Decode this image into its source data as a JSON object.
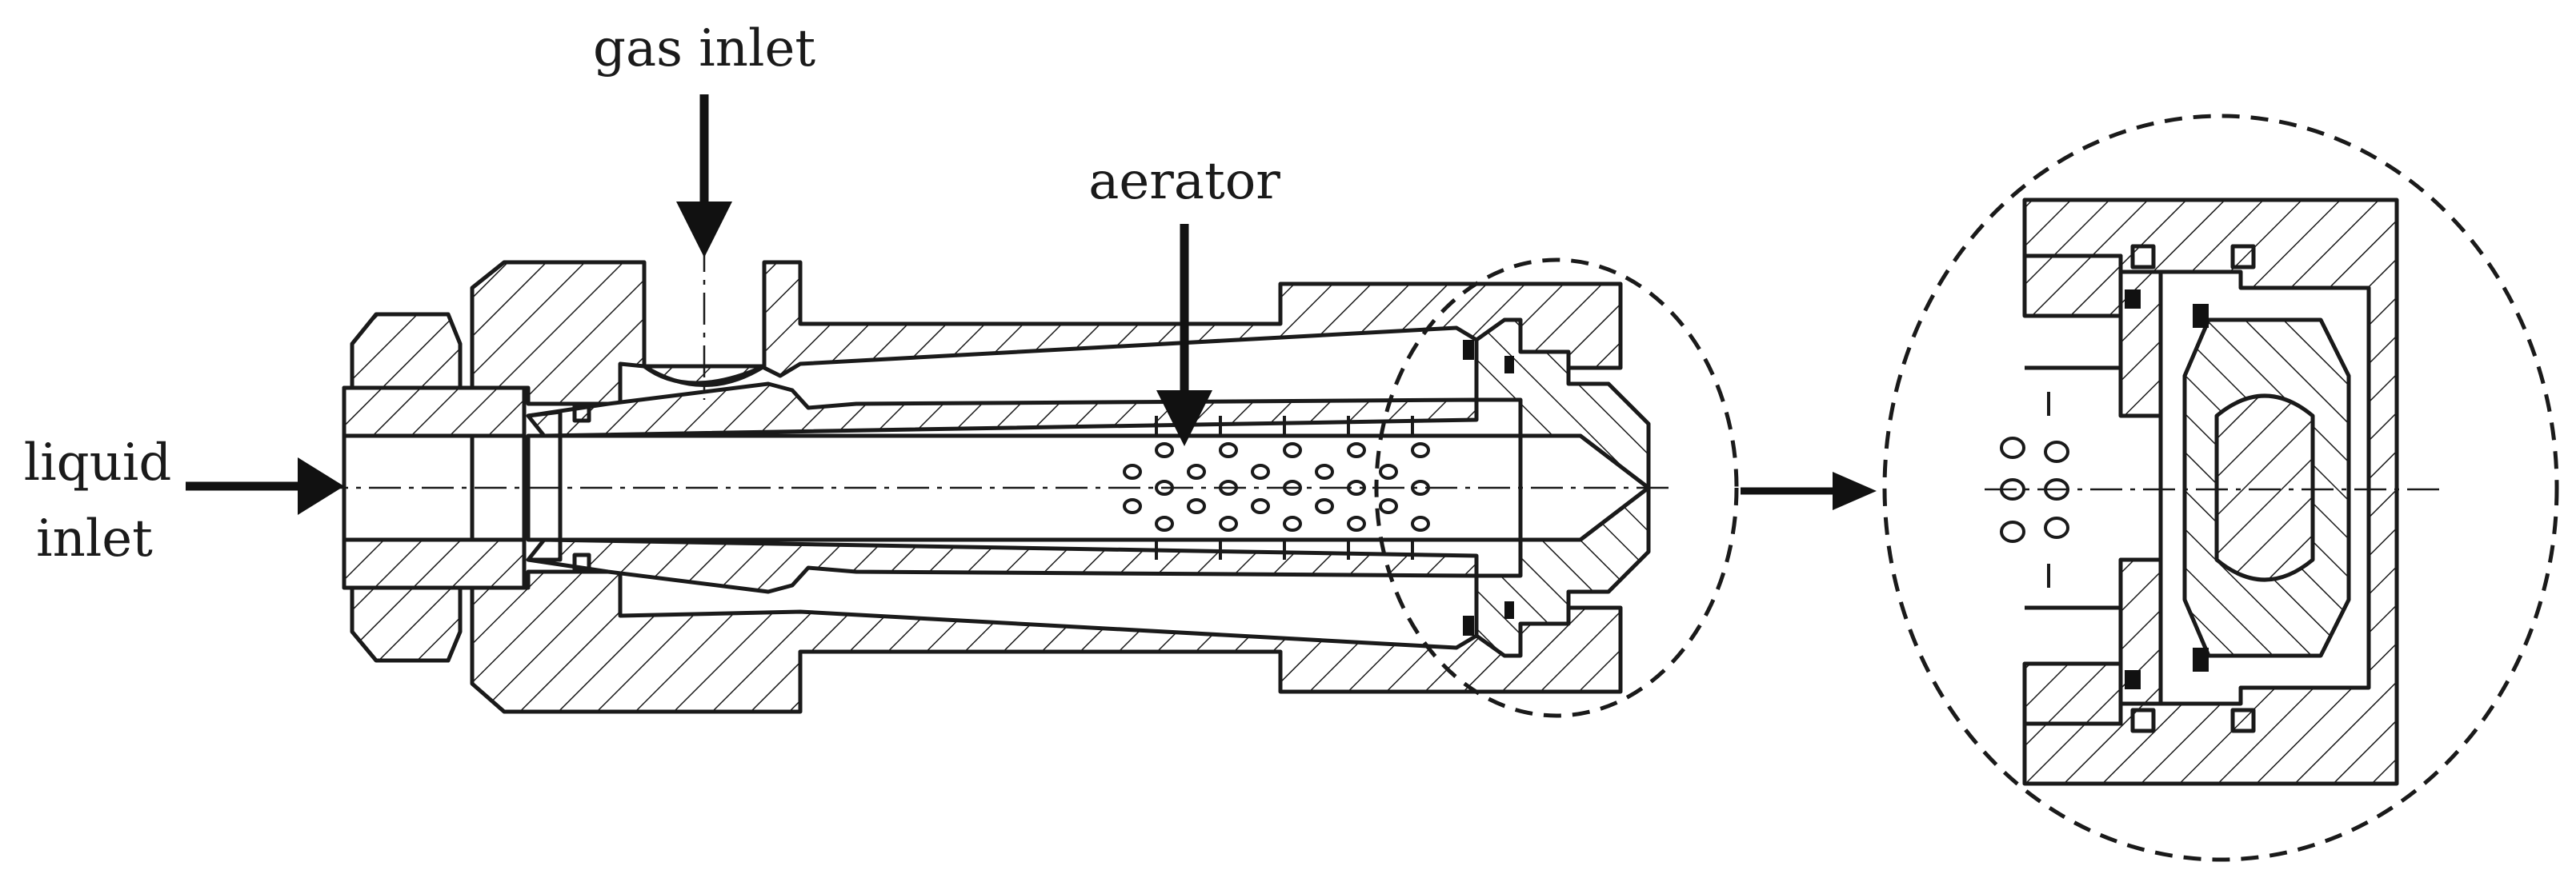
{
  "labels": {
    "gas_inlet": "gas inlet",
    "aerator": "aerator",
    "liquid_inlet_line1": "liquid",
    "liquid_inlet_line2": "inlet"
  },
  "colors": {
    "ink": "#1a1a1a",
    "background": "#ffffff"
  }
}
